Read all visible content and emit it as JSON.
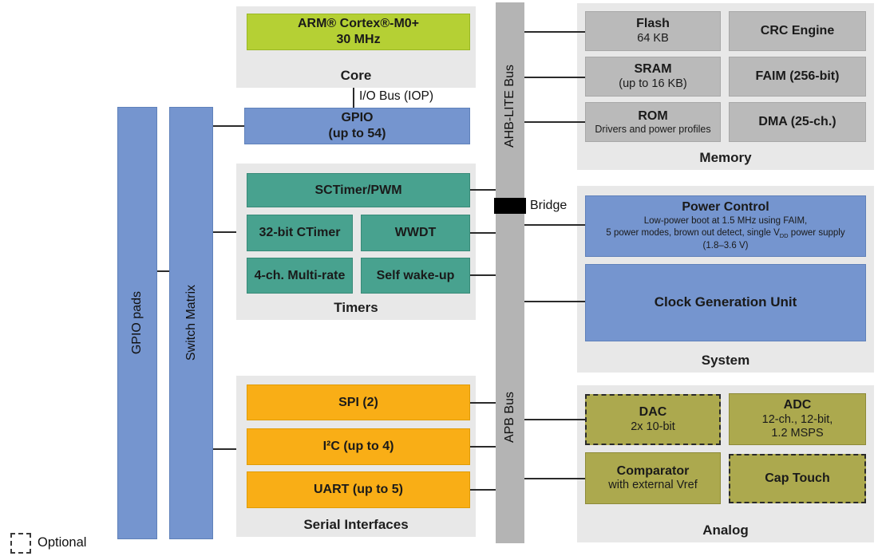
{
  "colors": {
    "green": "#b5d034",
    "blue": "#7595cf",
    "teal": "#48a28f",
    "orange": "#f9ae16",
    "olive": "#aca94e",
    "gray_block": "#bababa",
    "gray_bus": "#b4b4b4",
    "gray_container": "#e8e8e8"
  },
  "core": {
    "chip_line1": "ARM® Cortex®-M0+",
    "chip_line2": "30 MHz",
    "label": "Core",
    "io_bus_label": "I/O Bus (IOP)"
  },
  "left_bars": {
    "gpio_pads": "GPIO pads",
    "switch_matrix": "Switch Matrix"
  },
  "gpio": {
    "line1": "GPIO",
    "line2": "(up to 54)"
  },
  "timers": {
    "label": "Timers",
    "sctimer": "SCTimer/PWM",
    "ctimer": "32-bit CTimer",
    "wwdt": "WWDT",
    "multirate": "4-ch. Multi-rate",
    "selfwake": "Self wake-up"
  },
  "serial": {
    "label": "Serial Interfaces",
    "spi": "SPI (2)",
    "i2c": "I²C (up to 4)",
    "uart": "UART (up to 5)"
  },
  "buses": {
    "ahb": "AHB-LITE Bus",
    "bridge": "Bridge",
    "apb": "APB Bus"
  },
  "memory": {
    "label": "Memory",
    "flash_title": "Flash",
    "flash_sub": "64 KB",
    "crc": "CRC Engine",
    "sram_title": "SRAM",
    "sram_sub": "(up to 16 KB)",
    "faim": "FAIM (256-bit)",
    "rom_title": "ROM",
    "rom_sub": "Drivers and power profiles",
    "dma": "DMA (25-ch.)"
  },
  "system": {
    "label": "System",
    "power_title": "Power Control",
    "power_line1": "Low-power boot at 1.5 MHz using FAIM,",
    "power_line2_pre": "5 power modes, brown out detect, single V",
    "power_line2_sub": "DD",
    "power_line2_post": " power supply",
    "power_line3": "(1.8–3.6 V)",
    "clock": "Clock Generation Unit"
  },
  "analog": {
    "label": "Analog",
    "dac_title": "DAC",
    "dac_sub": "2x 10-bit",
    "adc_title": "ADC",
    "adc_sub1": "12-ch., 12-bit,",
    "adc_sub2": "1.2 MSPS",
    "comp_title": "Comparator",
    "comp_sub": "with external Vref",
    "captouch": "Cap Touch"
  },
  "legend": {
    "optional": "Optional"
  }
}
